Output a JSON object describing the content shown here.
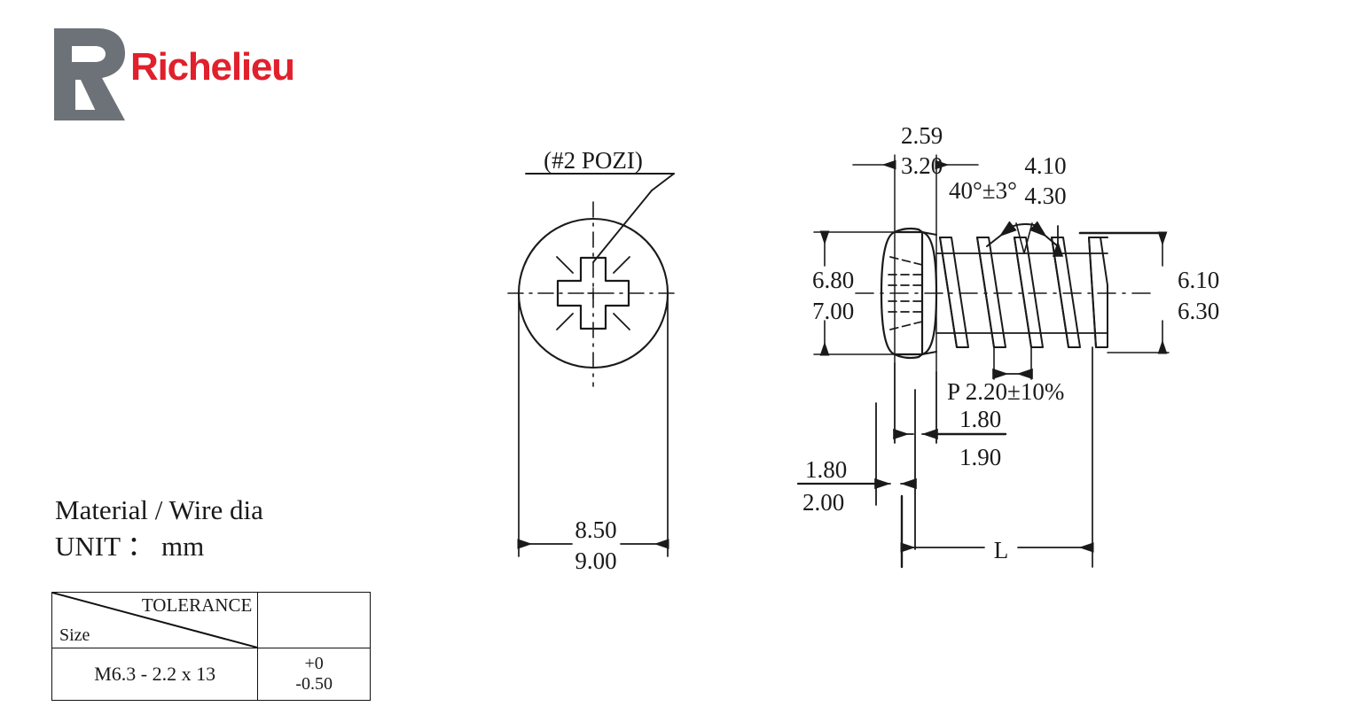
{
  "brand": {
    "name": "Richelieu",
    "mark_label": "richelieu-r-mark",
    "red": "#e0202c",
    "gray": "#6d7278"
  },
  "material": {
    "line1": "Material / Wire dia",
    "line2": "UNIT  ： mm"
  },
  "spec_table": {
    "header_tolerance": "TOLERANCE",
    "header_size": "Size",
    "rows": [
      {
        "size": "M6.3 - 2.2 x 13",
        "tol_upper": "+0",
        "tol_lower": "-0.50"
      }
    ]
  },
  "top_view": {
    "drive_label": "(#2 POZI)",
    "head_dia_upper": "8.50",
    "head_dia_lower": "9.00"
  },
  "side_view": {
    "head_height_upper": "2.59",
    "head_height_lower": "3.20",
    "head_dia_upper": "6.80",
    "head_dia_lower": "7.00",
    "thread_angle": "40°±3°",
    "core_dia_upper": "4.10",
    "core_dia_lower": "4.30",
    "thread_dia_upper": "6.10",
    "thread_dia_lower": "6.30",
    "pitch": "P 2.20±10%",
    "tip_upper": "1.80",
    "tip_lower": "1.90",
    "point_upper": "1.80",
    "point_lower": "2.00",
    "length_label": "L"
  }
}
